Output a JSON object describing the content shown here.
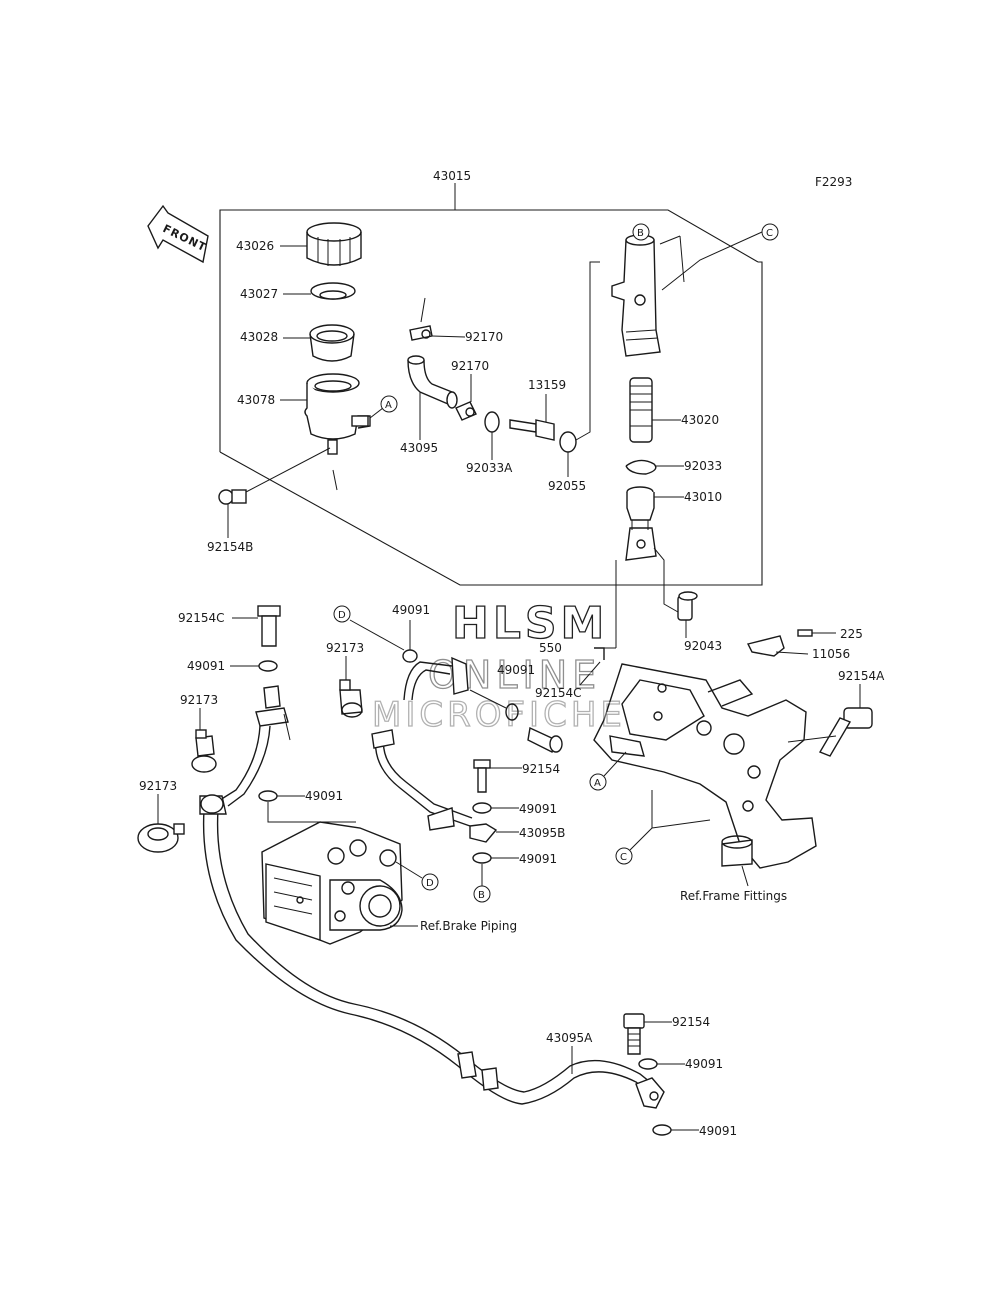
{
  "diagram_code": "F2293",
  "front_label": "FRONT",
  "watermark": {
    "line1": "HLSM",
    "line2": "ONLINE",
    "line3": "MICROFICHE"
  },
  "refs": {
    "brake_piping": "Ref.Brake Piping",
    "frame_fittings": "Ref.Frame Fittings"
  },
  "parts": {
    "p43015": "43015",
    "p43026": "43026",
    "p43027": "43027",
    "p43028": "43028",
    "p43078": "43078",
    "p92154B": "92154B",
    "p92170a": "92170",
    "p92170b": "92170",
    "p43095": "43095",
    "p92033A": "92033A",
    "p13159": "13159",
    "p92055": "92055",
    "p43020": "43020",
    "p92033": "92033",
    "p43010": "43010",
    "p92043": "92043",
    "p225": "225",
    "p11056": "11056",
    "p92154A": "92154A",
    "p550": "550",
    "p92154C_mid": "92154C",
    "p49091_top": "49091",
    "p49091_mid": "49091",
    "p92173_mid": "92173",
    "p92154C_left": "92154C",
    "p49091_left1": "49091",
    "p92173_left1": "92173",
    "p92173_left2": "92173",
    "p49091_left2": "49091",
    "p92154_mid": "92154",
    "p49091_m1": "49091",
    "p43095B": "43095B",
    "p49091_m2": "49091",
    "p43095A": "43095A",
    "p92154_low": "92154",
    "p49091_low1": "49091",
    "p49091_low2": "49091"
  },
  "callouts": {
    "a1": "A",
    "a2": "A",
    "b1": "B",
    "b2": "B",
    "c1": "C",
    "c2": "C",
    "d1": "D",
    "d2": "D"
  }
}
